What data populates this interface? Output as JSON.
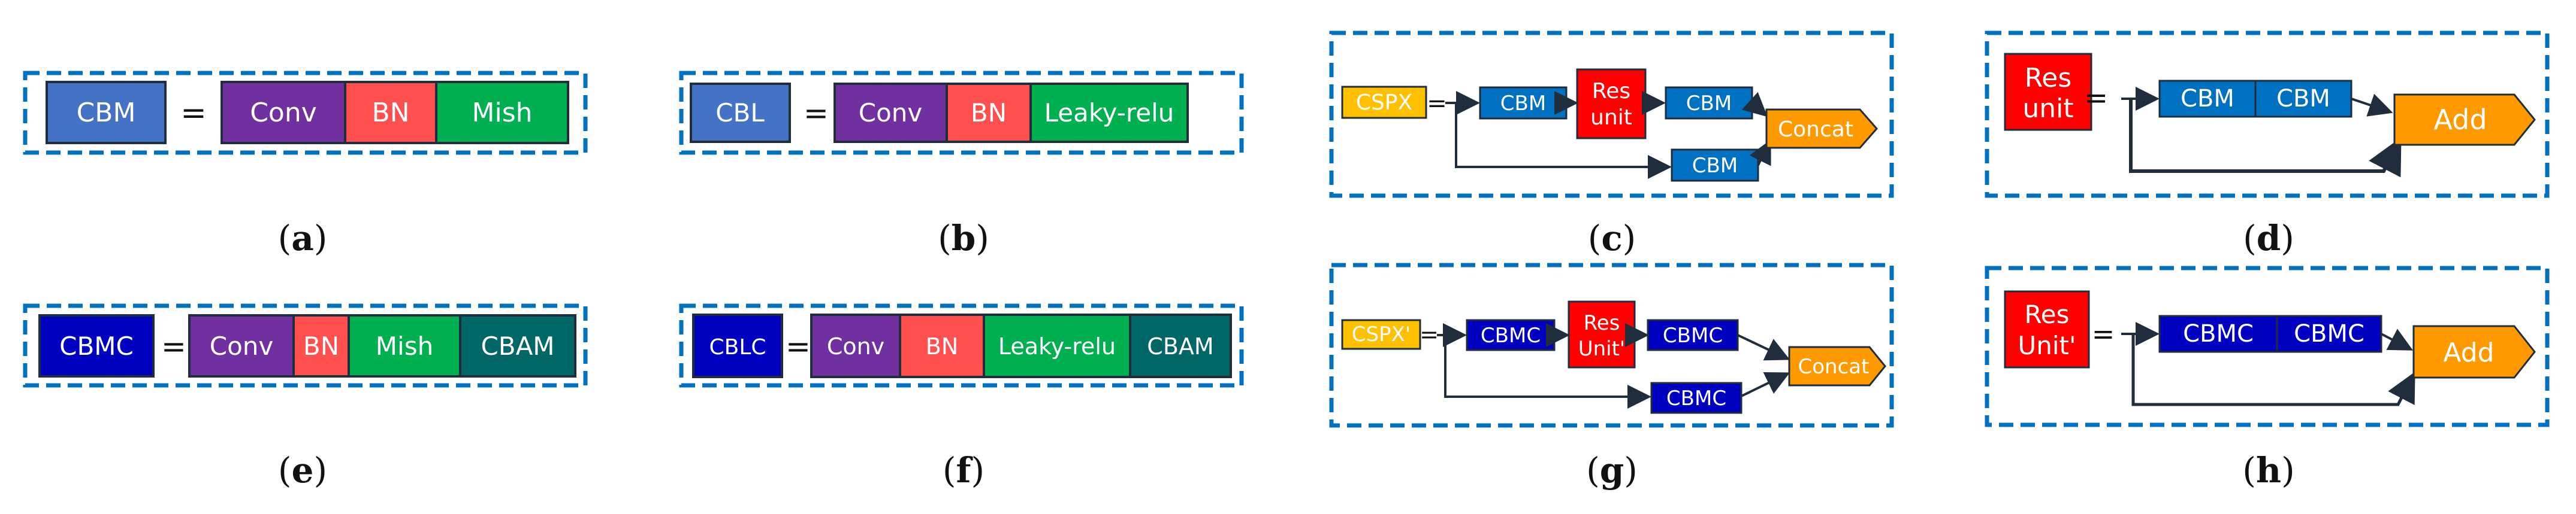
{
  "colors": {
    "cbm_blue": "#4472c4",
    "conv_purple": "#7030a0",
    "bn_red": "#ff5050",
    "mish_green": "#00b050",
    "dark_blue": "#0000c0",
    "cbam_teal": "#006666",
    "cspx_yellow": "#ffc000",
    "mid_blue": "#0070c0",
    "res_red": "#ff0000",
    "concat_orange": "#ff9900",
    "dash_blue": "#0070c0"
  },
  "equals": "=",
  "panels": {
    "a": {
      "caption_open": "(",
      "caption_letter": "a",
      "caption_close": ")",
      "lhs": "CBM",
      "parts": [
        "Conv",
        "BN",
        "Mish"
      ]
    },
    "b": {
      "caption_open": "(",
      "caption_letter": "b",
      "caption_close": ")",
      "lhs": "CBL",
      "parts": [
        "Conv",
        "BN",
        "Leaky-relu"
      ]
    },
    "c": {
      "caption_open": "(",
      "caption_letter": "c",
      "caption_close": ")",
      "lhs": "CSPX",
      "first": "CBM",
      "res_line1": "Res",
      "res_line2": "unit",
      "after": "CBM",
      "bottom": "CBM",
      "concat": "Concat"
    },
    "d": {
      "caption_open": "(",
      "caption_letter": "d",
      "caption_close": ")",
      "lhs_line1": "Res",
      "lhs_line2": "unit",
      "parts": [
        "CBM",
        "CBM"
      ],
      "add": "Add"
    },
    "e": {
      "caption_open": "(",
      "caption_letter": "e",
      "caption_close": ")",
      "lhs": "CBMC",
      "parts": [
        "Conv",
        "BN",
        "Mish",
        "CBAM"
      ]
    },
    "f": {
      "caption_open": "(",
      "caption_letter": "f",
      "caption_close": ")",
      "lhs": "CBLC",
      "parts": [
        "Conv",
        "BN",
        "Leaky-relu",
        "CBAM"
      ]
    },
    "g": {
      "caption_open": "(",
      "caption_letter": "g",
      "caption_close": ")",
      "lhs": "CSPX'",
      "first": "CBMC",
      "res_line1": "Res",
      "res_line2": "Unit'",
      "after": "CBMC",
      "bottom": "CBMC",
      "concat": "Concat"
    },
    "h": {
      "caption_open": "(",
      "caption_letter": "h",
      "caption_close": ")",
      "lhs_line1": "Res",
      "lhs_line2": "Unit'",
      "parts": [
        "CBMC",
        "CBMC"
      ],
      "add": "Add"
    }
  }
}
